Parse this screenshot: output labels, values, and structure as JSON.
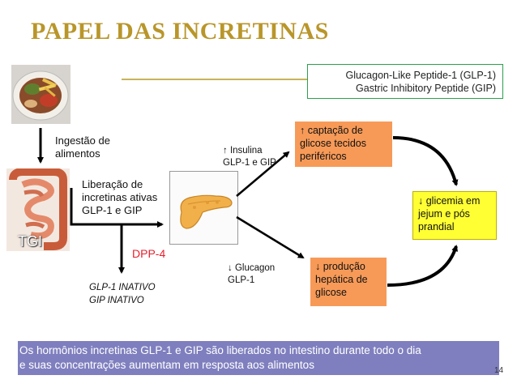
{
  "title": "PAPEL DAS INCRETINAS",
  "legend": {
    "line1": "Glucagon-Like Peptide-1 (GLP-1)",
    "line2": "Gastric Inhibitory Peptide (GIP)"
  },
  "left": {
    "ingestao": [
      "Ingestão de",
      "alimentos"
    ],
    "liberacao": [
      "Liberação de",
      "incretinas ativas",
      "GLP-1 e GIP"
    ],
    "tgi": "TGI",
    "dpp4": "DPP-4",
    "inativo": [
      "GLP-1 INATIVO",
      "GIP INATIVO"
    ]
  },
  "middle": {
    "insulina": [
      "↑ Insulina",
      "GLP-1 e GIP"
    ],
    "glucagon": [
      "↓ Glucagon",
      "GLP-1"
    ]
  },
  "boxes": {
    "captacao": [
      "↑ captação de",
      "glicose tecidos",
      "periféricos"
    ],
    "producao": [
      "↓ produção",
      "hepática de",
      "glicose"
    ],
    "glicemia": [
      "↓ glicemia em",
      "jejum e pós",
      "prandial"
    ]
  },
  "footer": {
    "line1": "Os hormônios incretinas GLP-1 e GIP são liberados no intestino durante todo o dia",
    "line2": "e suas concentrações aumentam em resposta aos alimentos"
  },
  "page_number": "14",
  "colors": {
    "title": "#b9962a",
    "legend_border": "#2aa04a",
    "orange_box": "#f79a58",
    "yellow_box": "#ffff33",
    "footer_bg": "#7f7fbf",
    "dpp4": "#e8202c"
  },
  "icons": [
    "food-plate-image",
    "intestine-image",
    "pancreas-image"
  ]
}
